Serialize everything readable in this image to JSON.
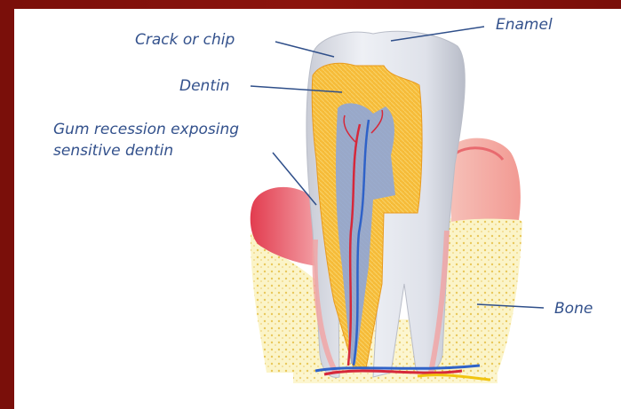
{
  "labels": {
    "crack": "Crack or chip",
    "dentin": "Dentin",
    "gum_line1": "Gum recession exposing",
    "gum_line2": "sensitive dentin",
    "enamel": "Enamel",
    "bone": "Bone"
  },
  "colors": {
    "frame": "#7a0f0a",
    "label_text": "#33518c",
    "leader_line": "#2f4f8a",
    "enamel": "#e9ecf2",
    "dentin": "#f4b43a",
    "pulp": "#8fa6d8",
    "gum": "#e2495a",
    "bone": "#f8eeb0",
    "nerve_red": "#d6283a",
    "nerve_blue": "#2f62c8"
  }
}
